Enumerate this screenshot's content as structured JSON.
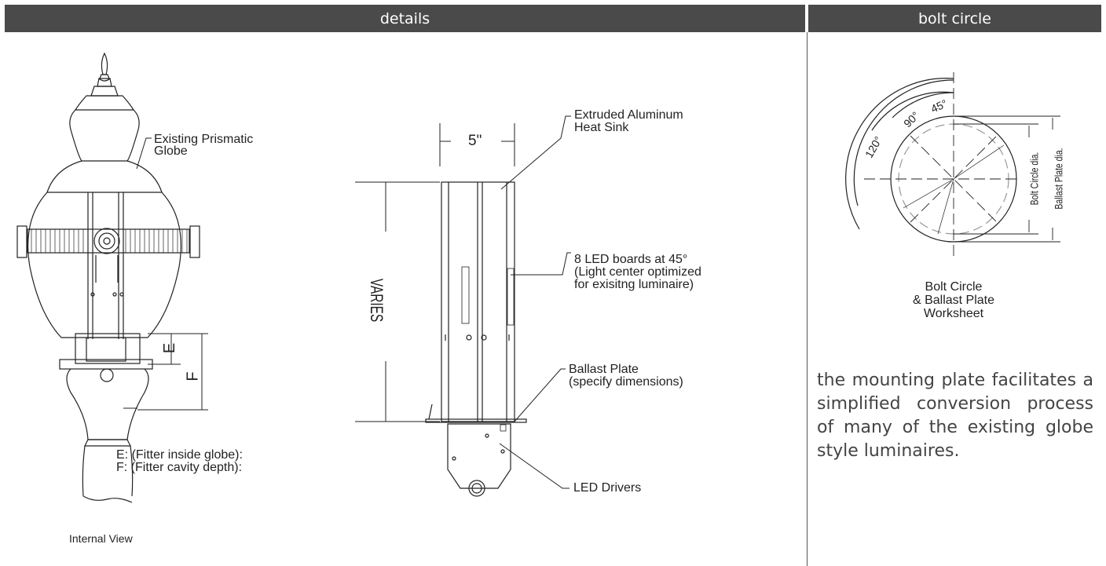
{
  "header": {
    "details_title": "details",
    "bolt_title": "bolt circle"
  },
  "luminaire": {
    "globe_label_1": "Existing Prismatic",
    "globe_label_2": "Globe",
    "dim_e": "E",
    "dim_f": "F",
    "note_e": "E: (Fitter inside globe):",
    "note_f": "F: (Fitter cavity depth):",
    "caption": "Internal View"
  },
  "retrofit": {
    "width_dim": "5\"",
    "height_dim": "VARIES",
    "heat_sink_1": "Extruded Aluminum",
    "heat_sink_2": "Heat Sink",
    "led_boards_1": "8 LED boards at 45°",
    "led_boards_2": "(Light center optimized",
    "led_boards_3": "for exisitng luminaire)",
    "ballast_1": "Ballast Plate",
    "ballast_2": "(specify dimensions)",
    "drivers": "LED Drivers"
  },
  "bolt_circle": {
    "angle_120": "120°",
    "angle_90": "90°",
    "angle_45": "45°",
    "bolt_dia": "Bolt Circle dia.",
    "ballast_dia": "Ballast Plate dia.",
    "caption_1": "Bolt Circle",
    "caption_2": "& Ballast Plate",
    "caption_3": "Worksheet",
    "description": "the mounting plate facilitates a simplified conversion process of many of the existing globe style luminaires."
  }
}
